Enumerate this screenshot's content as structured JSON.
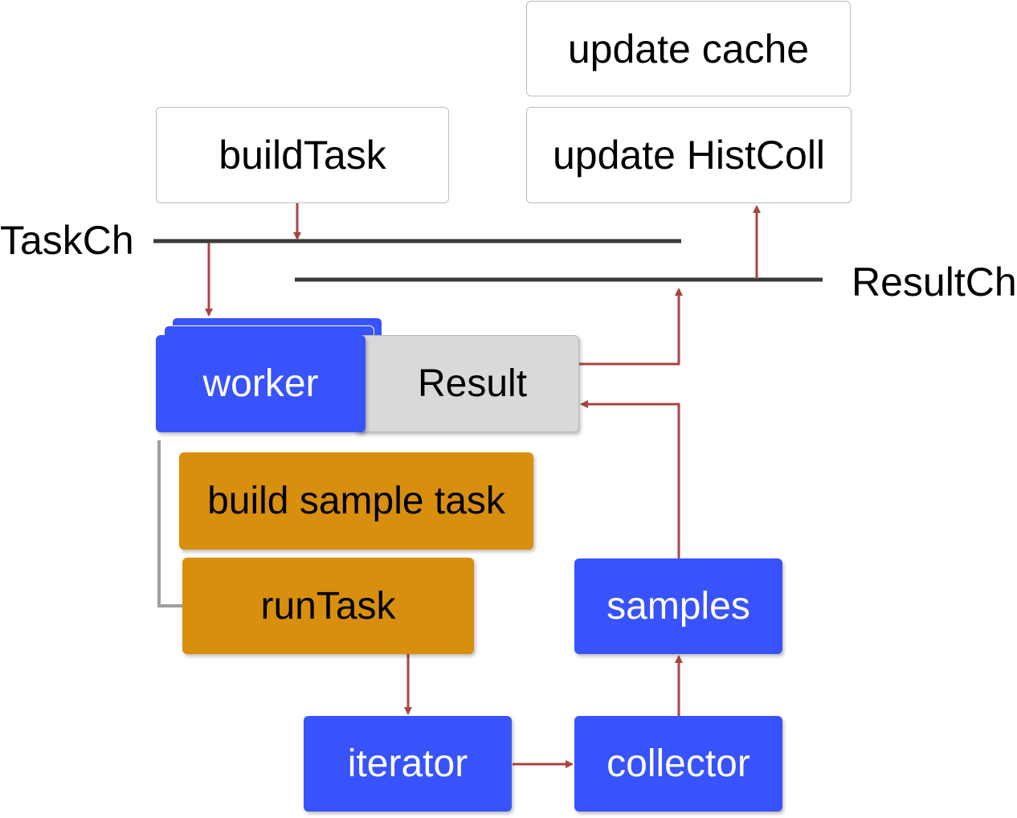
{
  "channels": {
    "task": "TaskCh",
    "result": "ResultCh"
  },
  "boxes": {
    "update_cache": "update cache",
    "update_histcoll": "update HistColl",
    "build_task": "buildTask",
    "worker": "worker",
    "result": "Result",
    "build_sample_task": "build sample task",
    "run_task": "runTask",
    "samples": "samples",
    "iterator": "iterator",
    "collector": "collector"
  },
  "colors": {
    "blue": "#3853fb",
    "orange": "#d88f0e",
    "gray": "#d9d9d9",
    "arrow": "#a94442",
    "channel_line": "#3a3a3a"
  }
}
